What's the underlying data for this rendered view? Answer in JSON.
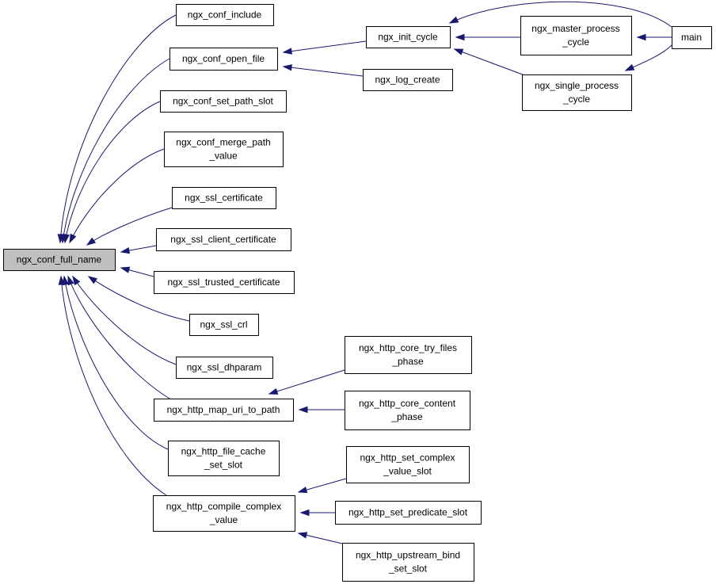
{
  "nodes": [
    {
      "id": "ngx_conf_full_name",
      "lines": [
        "ngx_conf_full_name"
      ],
      "root": true
    },
    {
      "id": "ngx_conf_include",
      "lines": [
        "ngx_conf_include"
      ]
    },
    {
      "id": "ngx_conf_open_file",
      "lines": [
        "ngx_conf_open_file"
      ]
    },
    {
      "id": "ngx_conf_set_path_slot",
      "lines": [
        "ngx_conf_set_path_slot"
      ]
    },
    {
      "id": "ngx_conf_merge_path_value",
      "lines": [
        "ngx_conf_merge_path",
        "_value"
      ]
    },
    {
      "id": "ngx_ssl_certificate",
      "lines": [
        "ngx_ssl_certificate"
      ]
    },
    {
      "id": "ngx_ssl_client_certificate",
      "lines": [
        "ngx_ssl_client_certificate"
      ]
    },
    {
      "id": "ngx_ssl_trusted_certificate",
      "lines": [
        "ngx_ssl_trusted_certificate"
      ]
    },
    {
      "id": "ngx_ssl_crl",
      "lines": [
        "ngx_ssl_crl"
      ]
    },
    {
      "id": "ngx_ssl_dhparam",
      "lines": [
        "ngx_ssl_dhparam"
      ]
    },
    {
      "id": "ngx_http_map_uri_to_path",
      "lines": [
        "ngx_http_map_uri_to_path"
      ]
    },
    {
      "id": "ngx_http_file_cache_set_slot",
      "lines": [
        "ngx_http_file_cache",
        "_set_slot"
      ]
    },
    {
      "id": "ngx_http_compile_complex_value",
      "lines": [
        "ngx_http_compile_complex",
        "_value"
      ]
    },
    {
      "id": "ngx_init_cycle",
      "lines": [
        "ngx_init_cycle"
      ]
    },
    {
      "id": "ngx_log_create",
      "lines": [
        "ngx_log_create"
      ]
    },
    {
      "id": "ngx_master_process_cycle",
      "lines": [
        "ngx_master_process",
        "_cycle"
      ]
    },
    {
      "id": "ngx_single_process_cycle",
      "lines": [
        "ngx_single_process",
        "_cycle"
      ]
    },
    {
      "id": "main",
      "lines": [
        "main"
      ]
    },
    {
      "id": "ngx_http_core_try_files_phase",
      "lines": [
        "ngx_http_core_try_files",
        "_phase"
      ]
    },
    {
      "id": "ngx_http_core_content_phase",
      "lines": [
        "ngx_http_core_content",
        "_phase"
      ]
    },
    {
      "id": "ngx_http_set_complex_value_slot",
      "lines": [
        "ngx_http_set_complex",
        "_value_slot"
      ]
    },
    {
      "id": "ngx_http_set_predicate_slot",
      "lines": [
        "ngx_http_set_predicate_slot"
      ]
    },
    {
      "id": "ngx_http_upstream_bind_set_slot",
      "lines": [
        "ngx_http_upstream_bind",
        "_set_slot"
      ]
    }
  ],
  "edges": [
    {
      "from": "ngx_conf_include",
      "to": "ngx_conf_full_name"
    },
    {
      "from": "ngx_conf_open_file",
      "to": "ngx_conf_full_name"
    },
    {
      "from": "ngx_conf_set_path_slot",
      "to": "ngx_conf_full_name"
    },
    {
      "from": "ngx_conf_merge_path_value",
      "to": "ngx_conf_full_name"
    },
    {
      "from": "ngx_ssl_certificate",
      "to": "ngx_conf_full_name"
    },
    {
      "from": "ngx_ssl_client_certificate",
      "to": "ngx_conf_full_name"
    },
    {
      "from": "ngx_ssl_trusted_certificate",
      "to": "ngx_conf_full_name"
    },
    {
      "from": "ngx_ssl_crl",
      "to": "ngx_conf_full_name"
    },
    {
      "from": "ngx_ssl_dhparam",
      "to": "ngx_conf_full_name"
    },
    {
      "from": "ngx_http_map_uri_to_path",
      "to": "ngx_conf_full_name"
    },
    {
      "from": "ngx_http_file_cache_set_slot",
      "to": "ngx_conf_full_name"
    },
    {
      "from": "ngx_http_compile_complex_value",
      "to": "ngx_conf_full_name"
    },
    {
      "from": "ngx_init_cycle",
      "to": "ngx_conf_open_file"
    },
    {
      "from": "ngx_log_create",
      "to": "ngx_conf_open_file"
    },
    {
      "from": "ngx_master_process_cycle",
      "to": "ngx_init_cycle"
    },
    {
      "from": "ngx_single_process_cycle",
      "to": "ngx_init_cycle"
    },
    {
      "from": "main",
      "to": "ngx_init_cycle"
    },
    {
      "from": "main",
      "to": "ngx_master_process_cycle"
    },
    {
      "from": "main",
      "to": "ngx_single_process_cycle"
    },
    {
      "from": "ngx_http_core_try_files_phase",
      "to": "ngx_http_map_uri_to_path"
    },
    {
      "from": "ngx_http_core_content_phase",
      "to": "ngx_http_map_uri_to_path"
    },
    {
      "from": "ngx_http_set_complex_value_slot",
      "to": "ngx_http_compile_complex_value"
    },
    {
      "from": "ngx_http_set_predicate_slot",
      "to": "ngx_http_compile_complex_value"
    },
    {
      "from": "ngx_http_upstream_bind_set_slot",
      "to": "ngx_http_compile_complex_value"
    }
  ],
  "colors": {
    "edge": "#191970",
    "root_fill": "#bfbfbf",
    "node_fill": "#ffffff",
    "border": "#000000"
  }
}
